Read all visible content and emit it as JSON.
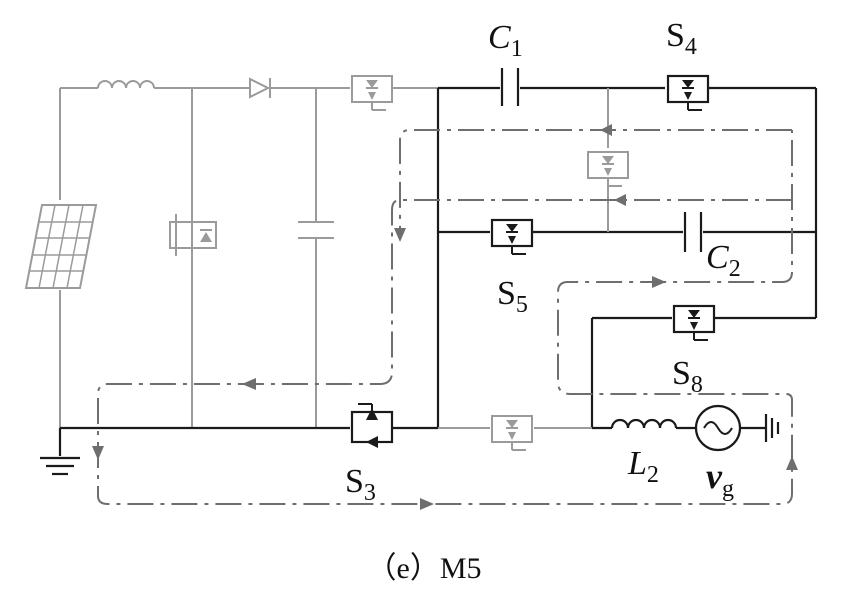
{
  "labels": {
    "c1": "C",
    "c1_sub": "1",
    "s4": "S",
    "s4_sub": "4",
    "c2": "C",
    "c2_sub": "2",
    "s5": "S",
    "s5_sub": "5",
    "s8": "S",
    "s8_sub": "8",
    "s3": "S",
    "s3_sub": "3",
    "l2": "L",
    "l2_sub": "2",
    "vg": "v",
    "vg_sub": "g"
  },
  "caption": "（e）M5",
  "colors": {
    "active": "#1a1a1a",
    "inactive": "#9b9b9b",
    "current_path": "#6e6e6e"
  }
}
